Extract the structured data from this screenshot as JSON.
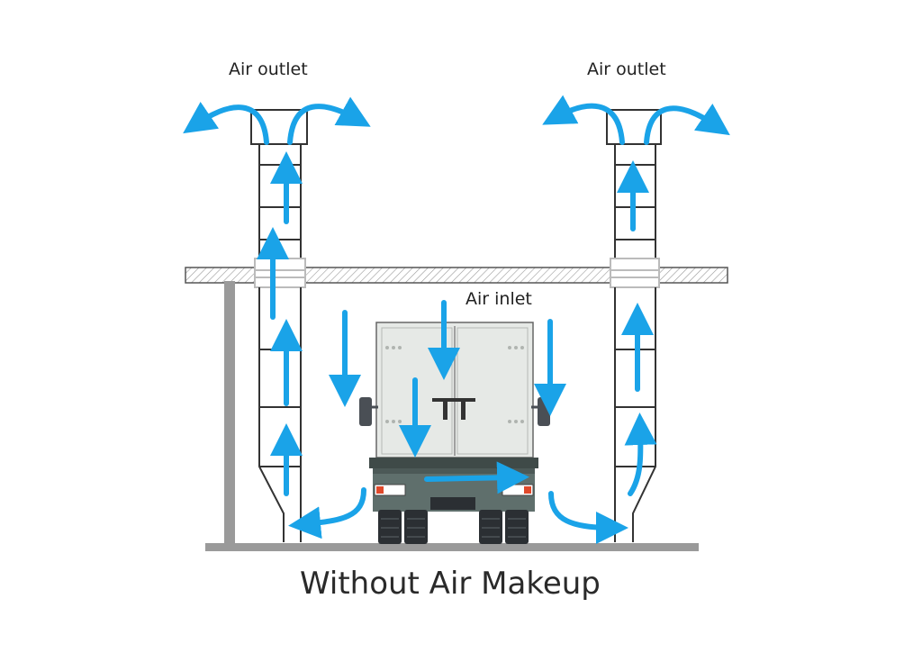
{
  "labels": {
    "left_outlet": "Air outlet",
    "right_outlet": "Air outlet",
    "inlet": "Air inlet",
    "caption": "Without Air Makeup"
  },
  "colors": {
    "airflow": "#1aa3e8",
    "outline": "#333333",
    "truck_body": "#e6e9e6",
    "truck_bumper": "#5f6f6c",
    "tire": "#2b2f33",
    "floor": "#9a9a9a"
  },
  "icons": {
    "airflow_arrows": "arrow-icon",
    "vehicle": "truck-icon"
  }
}
